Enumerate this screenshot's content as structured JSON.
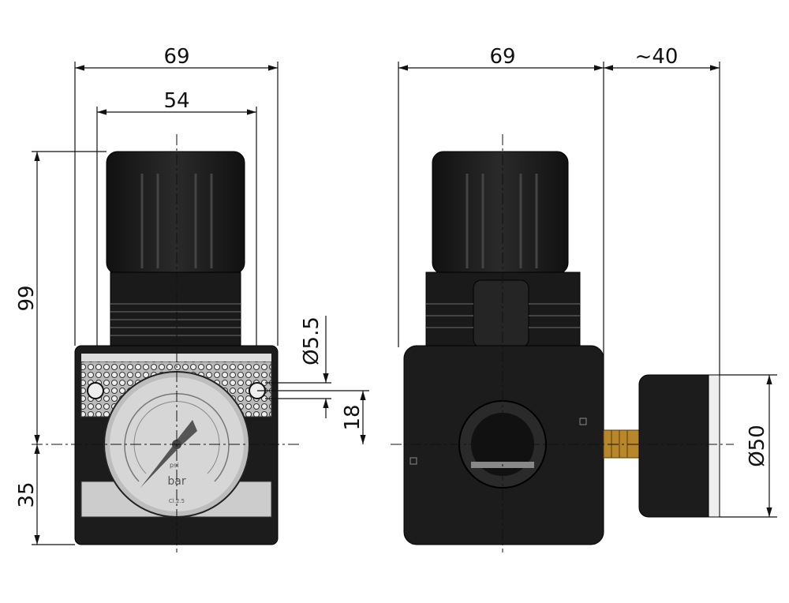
{
  "drawing": {
    "front_view": {
      "overall_width": "69",
      "knob_width": "54",
      "height_above_center": "99",
      "height_below_center": "35",
      "mount_hole": "Ø5.5",
      "hole_offset": "18",
      "gauge": {
        "unit": "bar",
        "unit_secondary": "psi",
        "class": "Cl.2.5"
      }
    },
    "side_view": {
      "overall_width": "69",
      "gauge_protrusion": "~40",
      "gauge_diameter": "Ø50"
    },
    "colors": {
      "body": "#1c1c1c",
      "gauge_face": "#d6d6d6",
      "brass": "#b8862b",
      "line": "#111111"
    }
  }
}
